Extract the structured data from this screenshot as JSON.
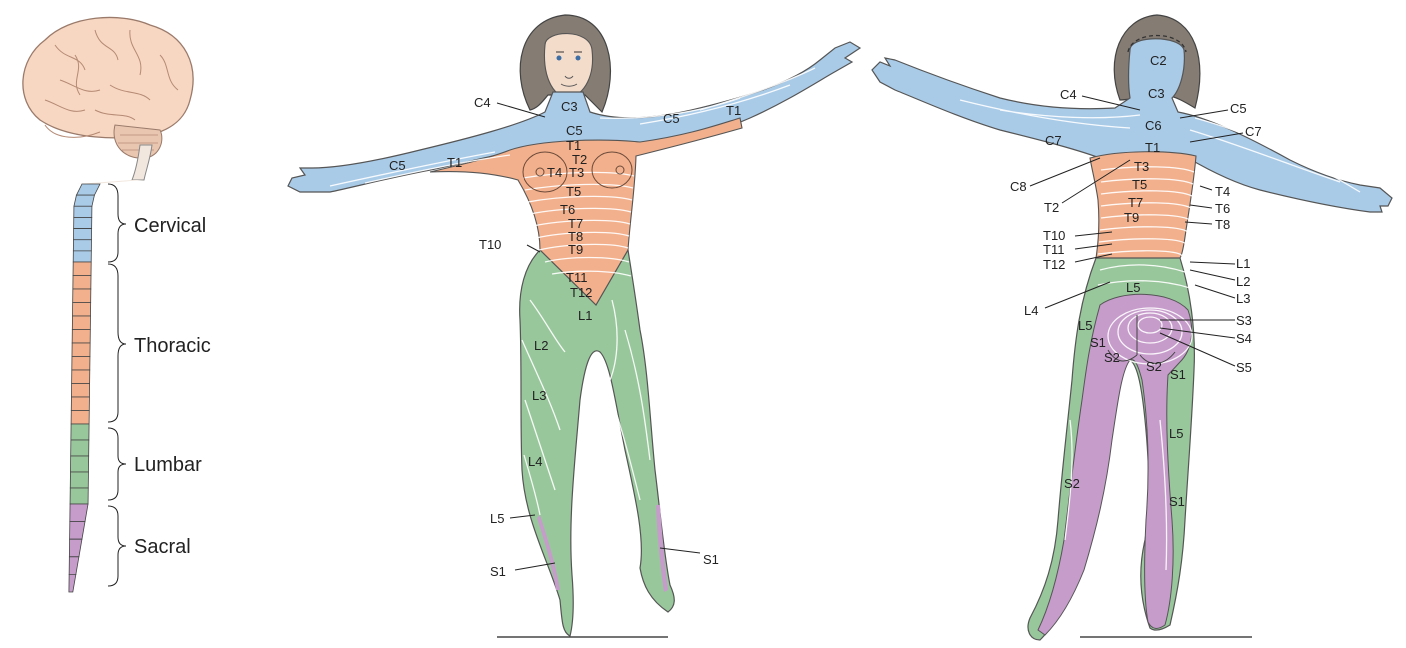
{
  "colors": {
    "cervical": "#a9cbe8",
    "thoracic": "#f2b08c",
    "lumbar": "#99c79c",
    "sacral": "#c69ccb",
    "hair": "#857c73",
    "brain": "#f7d7c2",
    "skin": "#f4dccb",
    "line": "#333333"
  },
  "spine": {
    "regions": [
      {
        "name": "Cervical",
        "color": "cervical",
        "segments": 7
      },
      {
        "name": "Thoracic",
        "color": "thoracic",
        "segments": 12
      },
      {
        "name": "Lumbar",
        "color": "lumbar",
        "segments": 5
      },
      {
        "name": "Sacral",
        "color": "sacral",
        "segments": 5
      }
    ]
  },
  "front": {
    "labels": [
      "C4",
      "C3",
      "C5",
      "C5",
      "T1",
      "C5",
      "T1",
      "T1",
      "T2",
      "T4",
      "T3",
      "T5",
      "T6",
      "T7",
      "T8",
      "T9",
      "T10",
      "T11",
      "T12",
      "L1",
      "L2",
      "L3",
      "L4",
      "L5",
      "S1",
      "S1"
    ]
  },
  "back": {
    "labels": [
      "C2",
      "C4",
      "C3",
      "C5",
      "C6",
      "C7",
      "C7",
      "T1",
      "C8",
      "T3",
      "T2",
      "T5",
      "T4",
      "T7",
      "T6",
      "T9",
      "T8",
      "T10",
      "T11",
      "T12",
      "L1",
      "L2",
      "L5",
      "L3",
      "L4",
      "L5",
      "S3",
      "S1",
      "S4",
      "S2",
      "S2",
      "S1",
      "S5",
      "L5",
      "S2",
      "S1"
    ]
  }
}
